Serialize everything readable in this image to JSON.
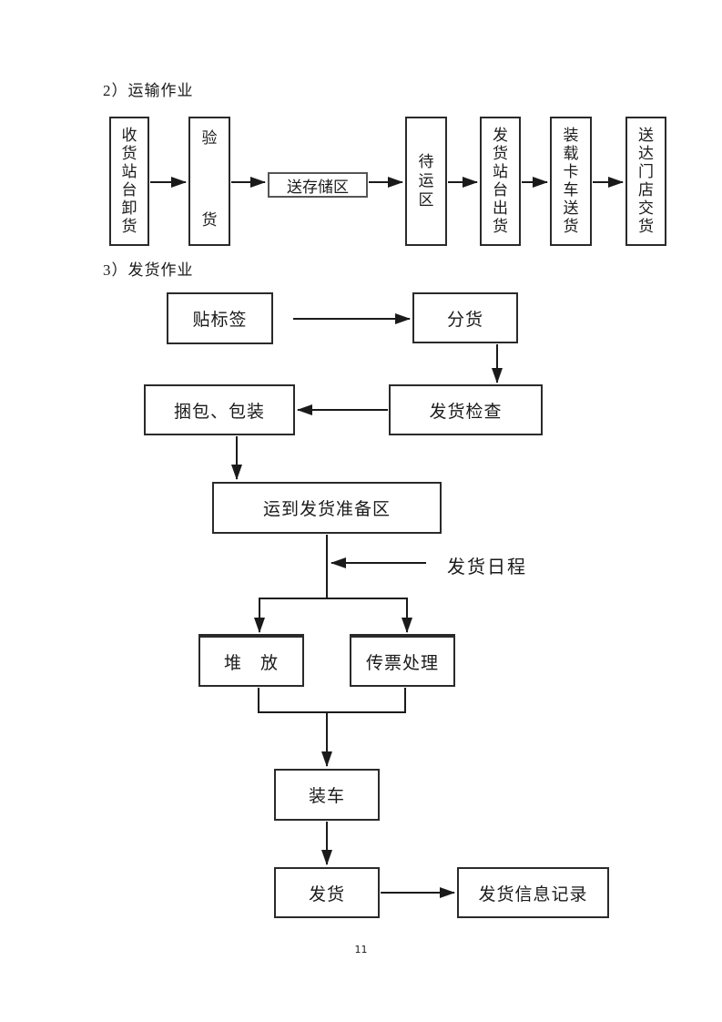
{
  "ink_color": "#1a1a1a",
  "background_color": "#ffffff",
  "page": {
    "number": "11"
  },
  "section_transport": {
    "heading": "2）运输作业",
    "nodes": {
      "unloading": {
        "label": "收货站台卸货"
      },
      "inspection": {
        "label": "验货"
      },
      "to_storage": {
        "label": "送存储区"
      },
      "waiting_area": {
        "label": "待运区"
      },
      "outbound_platform": {
        "label": "发货站台出货"
      },
      "truck_delivery": {
        "label": "装载卡车送货"
      },
      "store_delivery": {
        "label": "送达门店交货"
      }
    },
    "flow_order": "收货站台卸货 → 验货 → 送存储区 → 待运区 → 发货站台出货 → 装载卡车送货 → 送达门店交货"
  },
  "section_shipping": {
    "heading": "3）发货作业",
    "nodes": {
      "labeling": {
        "label": "贴标签"
      },
      "sorting": {
        "label": "分货"
      },
      "shipping_check": {
        "label": "发货检查"
      },
      "packing": {
        "label": "捆包、包装"
      },
      "staging_area": {
        "label": "运到发货准备区"
      },
      "shipping_schedule": {
        "label": "发货日程"
      },
      "stacking": {
        "label": "堆　放"
      },
      "voucher_processing": {
        "label": "传票处理"
      },
      "loading": {
        "label": "装车"
      },
      "shipping": {
        "label": "发货"
      },
      "shipping_record": {
        "label": "发货信息记录"
      }
    },
    "flow_order": "贴标签 → 分货 → 发货检查 → 捆包、包装 → 运到发货准备区 (← 发货日程) → [堆放 | 传票处理] → 装车 → 发货 → 发货信息记录"
  }
}
